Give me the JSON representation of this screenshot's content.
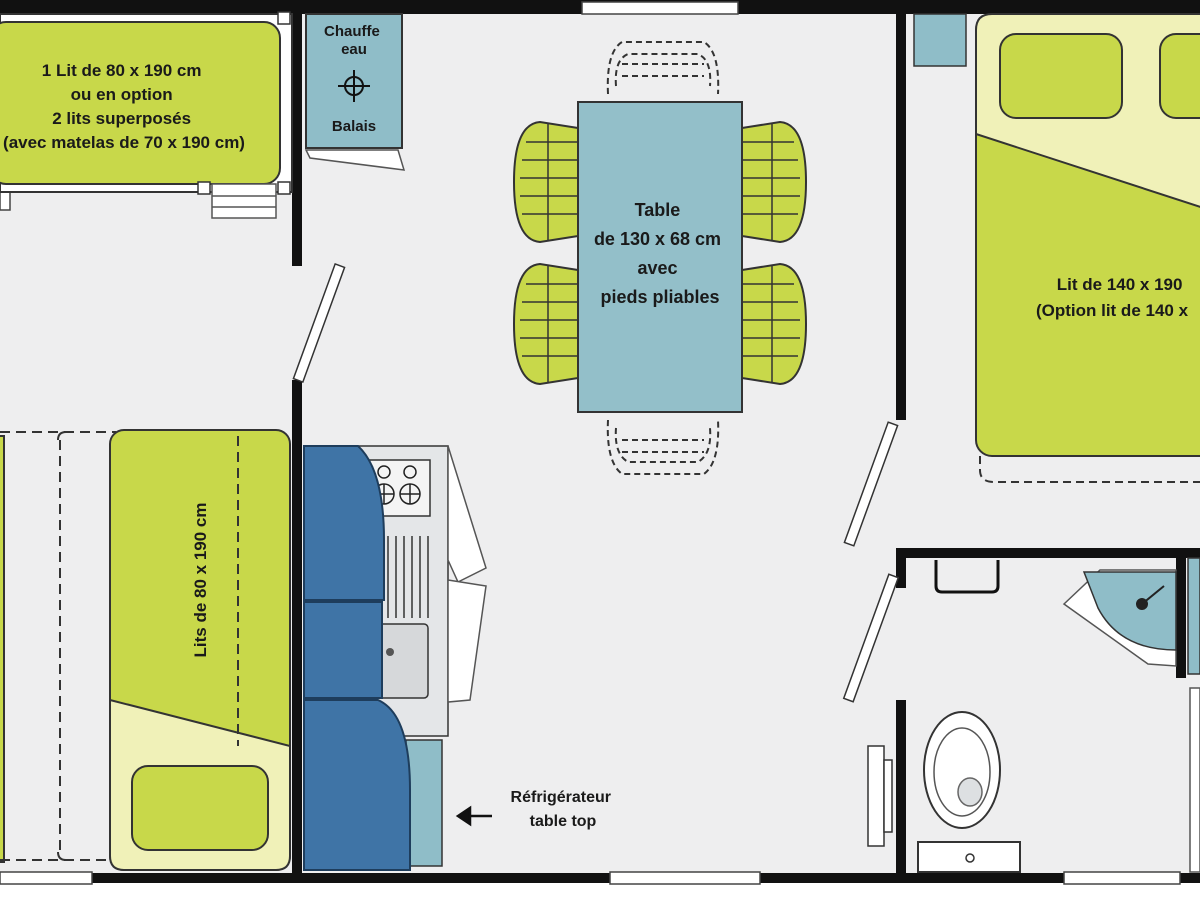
{
  "colors": {
    "floor": "#eeeeef",
    "wall": "#111111",
    "bed": "#c8d84a",
    "pillow_area": "#f0f1b8",
    "table": "#93bfc9",
    "bench": "#3f74a6",
    "bench_dark": "#2c5a86",
    "counter": "#e4e6e8",
    "appliance": "#8fbdc8"
  },
  "labels": {
    "bunk_bed": [
      "1 Lit de 80 x 190 cm",
      "ou en option",
      "2 lits superposés",
      "(avec matelas de 70 x 190 cm)"
    ],
    "water_heater": [
      "Chauffe",
      "eau"
    ],
    "broom": "Balais",
    "table": [
      "Table",
      "de 130 x 68 cm",
      "avec",
      "pieds pliables"
    ],
    "double_bed": [
      "Lit de 140 x 190",
      "(Option lit de 140 x"
    ],
    "single_beds": "Lits de 80 x 190 cm",
    "fridge": [
      "Réfrigérateur",
      "table top"
    ]
  }
}
